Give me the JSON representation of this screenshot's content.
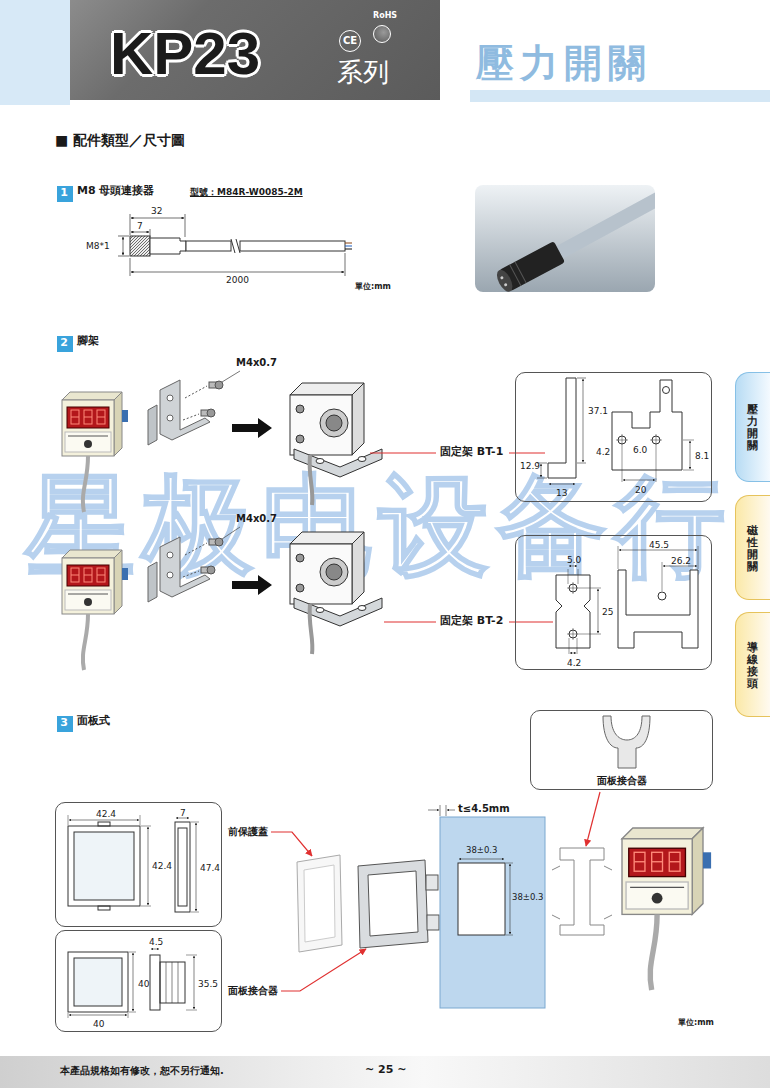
{
  "diagram": {
    "nodes": [
      {
        "text": [
          "KP23",
          "RoHS",
          "CE",
          "系列"
        ]
      },
      {
        "text": [
          "壓力開關"
        ]
      },
      {
        "text": [
          "1",
          "M8 母頭連接器"
        ]
      },
      {
        "text": [
          "2",
          "腳架"
        ]
      },
      {
        "text": [
          "37.1",
          "12.9",
          "13",
          "4.2",
          "6.0",
          "20",
          "8.1"
        ]
      },
      {
        "text": [
          "5.0",
          "45.5",
          "26.2",
          "25",
          "4.2"
        ]
      },
      {
        "text": [
          "3",
          "面板式"
        ]
      },
      {
        "text": [
          "面板接合器"
        ]
      },
      {
        "text": [
          "42.4",
          "7",
          "42.4",
          "47.4"
        ]
      },
      {
        "text": [
          "4.5",
          "40",
          "35.5",
          "40"
        ]
      },
      {
        "text": [
          "壓力開關"
        ]
      },
      {
        "text": [
          "磁性開關"
        ]
      },
      {
        "text": [
          "導線接頭"
        ]
      },
      {
        "text": [
          "本產品規格如有修改，恕不另行通知.",
          "~ 25 ~"
        ]
      }
    ],
    "labels": [
      "■ 配件類型／尺寸圖",
      "型號：M84R-W0085-2M",
      "32",
      "7",
      "M8*1",
      "2000",
      "單位:mm",
      "M4x0.7",
      "固定架 BT-1",
      "M4x0.7",
      "固定架 BT-2",
      "t≤4.5mm",
      "38±0.3",
      "38±0.3",
      "前保護蓋",
      "面板接合器",
      "單位:mm",
      "星极电设备行"
    ]
  }
}
